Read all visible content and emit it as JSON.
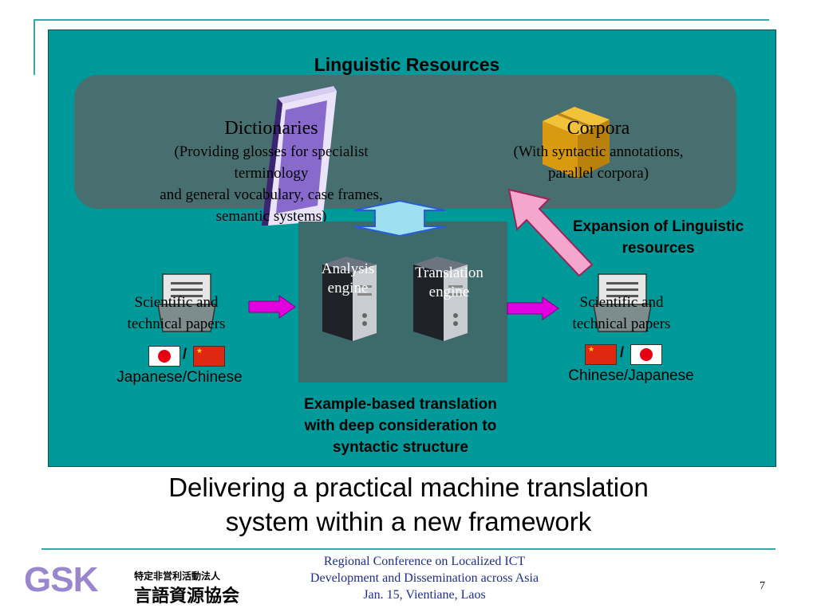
{
  "slide": {
    "section_title": "Linguistic Resources",
    "dictionaries": {
      "title": "Dictionaries",
      "line1": "(Providing glosses for specialist",
      "line2": "terminology",
      "line3": "and general vocabulary, case frames,",
      "line4": "semantic systems)"
    },
    "corpora": {
      "title": "Corpora",
      "line1": "(With syntactic annotations,",
      "line2": "parallel corpora)"
    },
    "expansion_label": {
      "line1": "Expansion of Linguistic",
      "line2": "resources"
    },
    "engines": {
      "analysis": [
        "Analysis",
        "engine"
      ],
      "translation": [
        "Translation",
        "engine"
      ]
    },
    "source": {
      "line1": "Scientific and",
      "line2": "technical papers",
      "slash": "/",
      "languages": "Japanese/Chinese"
    },
    "target": {
      "line1": "Scientific and",
      "line2": "technical papers",
      "slash": "/",
      "languages": "Chinese/Japanese"
    },
    "example_based": {
      "line1": "Example-based translation",
      "line2": "with deep consideration to",
      "line3": "syntactic structure"
    },
    "headline": {
      "line1": "Delivering a practical machine translation",
      "line2": "system within a new framework"
    },
    "footer": {
      "logo_text": "GSK",
      "org_small": "特定非営利活動法人",
      "org_large": "言語資源協会",
      "conf1": "Regional Conference on Localized ICT",
      "conf2": "Development and Dissemination across Asia",
      "conf3": "Jan. 15, Vientiane, Laos",
      "page_number": "7"
    }
  },
  "colors": {
    "panel": "#009999",
    "resources_box": "#4e6b6b",
    "engine_box": "#3d6b6b",
    "magenta_arrow": "#e000e0",
    "pink_arrow": "#f0a0c8",
    "double_arrow": "#9fe0f0",
    "logo": "#9a86cc"
  }
}
